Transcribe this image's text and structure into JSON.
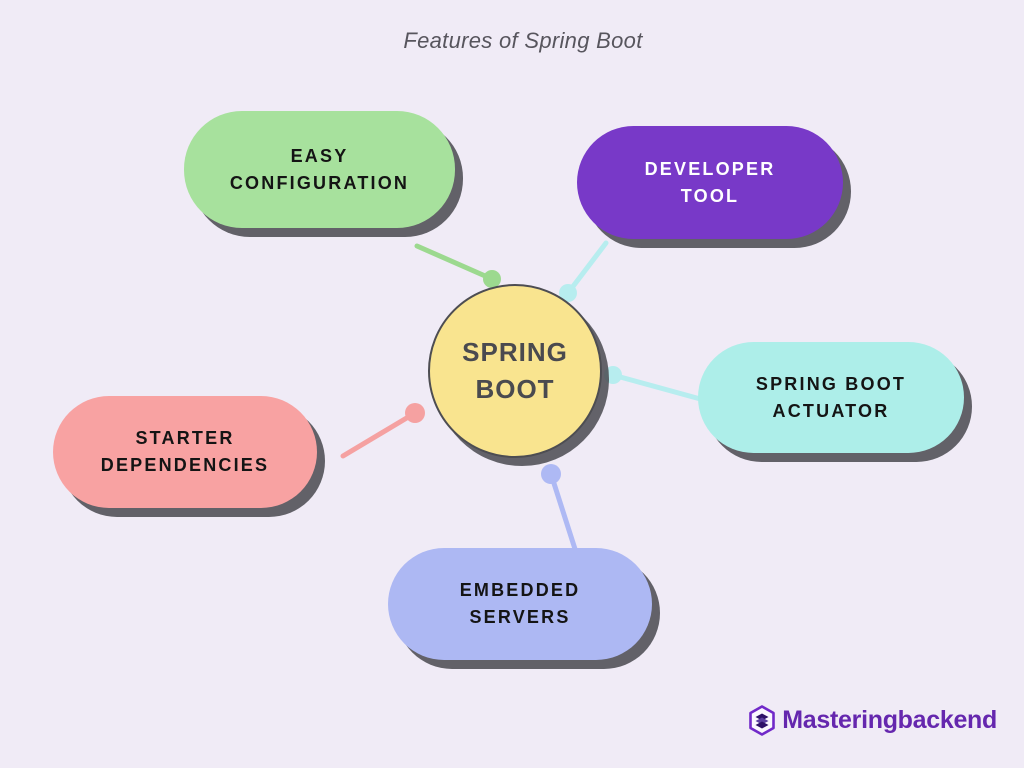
{
  "title": "Features of Spring Boot",
  "background_color": "#F0EBF6",
  "center_node": {
    "label": "SPRING BOOT",
    "lines": [
      "SPRING",
      "BOOT"
    ],
    "fill": "#F9E48F",
    "border_color": "#4D4D52",
    "text_color": "#4A4A4F"
  },
  "nodes": [
    {
      "id": "easy-configuration",
      "label": "EASY CONFIGURATION",
      "lines": [
        "EASY",
        "CONFIGURATION"
      ],
      "fill": "#A7E19D",
      "text_color": "#141414"
    },
    {
      "id": "developer-tool",
      "label": "DEVELOPER TOOL",
      "lines": [
        "DEVELOPER",
        "TOOL"
      ],
      "fill": "#7839C8",
      "text_color": "#FFFFFF"
    },
    {
      "id": "spring-boot-actuator",
      "label": "SPRING BOOT ACTUATOR",
      "lines": [
        "SPRING BOOT",
        "ACTUATOR"
      ],
      "fill": "#ADEEE9",
      "text_color": "#141414"
    },
    {
      "id": "starter-dependencies",
      "label": "STARTER DEPENDENCIES",
      "lines": [
        "STARTER",
        "DEPENDENCIES"
      ],
      "fill": "#F8A2A2",
      "text_color": "#141414"
    },
    {
      "id": "embedded-servers",
      "label": "EMBEDDED SERVERS",
      "lines": [
        "EMBEDDED",
        "SERVERS"
      ],
      "fill": "#ADB8F3",
      "text_color": "#141414"
    }
  ],
  "connectors": [
    {
      "to": "easy-configuration",
      "color": "#9CD98F"
    },
    {
      "to": "developer-tool",
      "color": "#B7EDEF"
    },
    {
      "to": "spring-boot-actuator",
      "color": "#B7EDEF"
    },
    {
      "to": "starter-dependencies",
      "color": "#F5A1A1"
    },
    {
      "to": "embedded-servers",
      "color": "#AEB9F4"
    }
  ],
  "branding": {
    "name": "Masteringbackend",
    "color": "#6527AE",
    "icon": "hexagon-layers-icon",
    "icon_outline_color": "#7129C9",
    "icon_layers_color": "#2E1168"
  }
}
